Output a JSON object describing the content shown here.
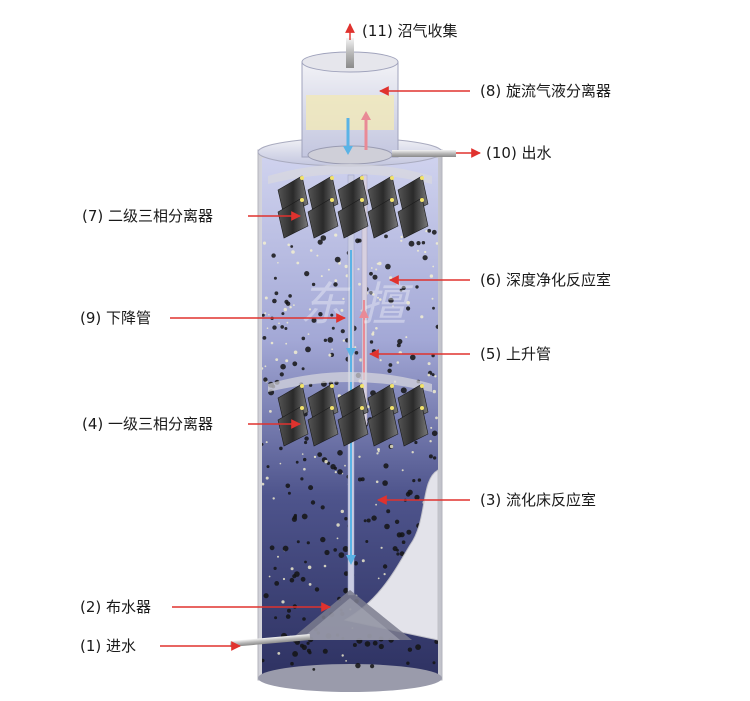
{
  "labels": {
    "l11": "(11) 沼气收集",
    "l8": "(8) 旋流气液分离器",
    "l10": "(10) 出水",
    "l7": "(7) 二级三相分离器",
    "l6": "(6) 深度净化反应室",
    "l9": "(9) 下降管",
    "l5": "(5) 上升管",
    "l4": "(4) 一级三相分离器",
    "l3": "(3) 流化床反应室",
    "l2": "(2) 布水器",
    "l1": "(1) 进水"
  },
  "colors": {
    "arrow": "#e0322e",
    "down_flow": "#5ab3e6",
    "up_flow": "#e98a96",
    "tank_shell": "#e8e8ec",
    "water_dark": "#3a3f6e",
    "water_light": "#b9bde0"
  }
}
